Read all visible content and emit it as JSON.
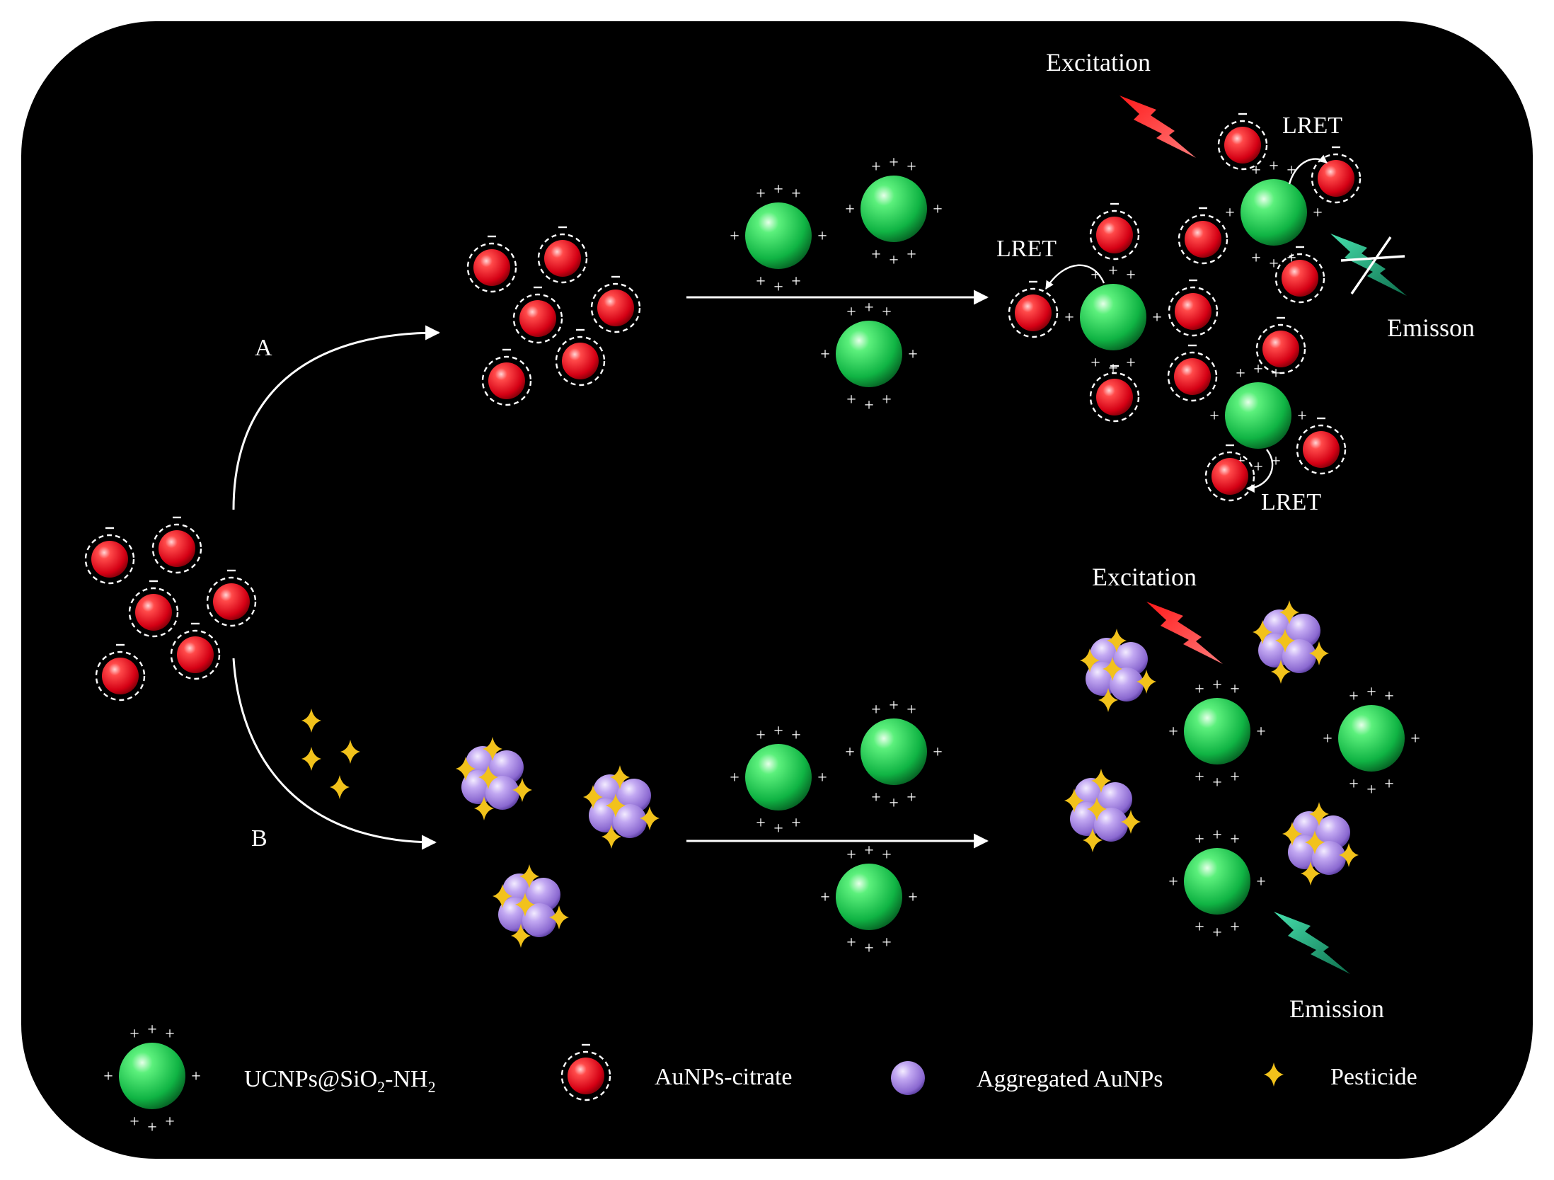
{
  "labels": {
    "route_a": "A",
    "route_b": "B",
    "lret": "LRET",
    "excitation": "Excitation",
    "emisson": "Emisson",
    "emission": "Emission"
  },
  "legend": {
    "ucnp_main": "UCNPs@SiO",
    "ucnp_sub1": "2",
    "ucnp_mid": "-NH",
    "ucnp_sub2": "2",
    "aunp": "AuNPs-citrate",
    "aggregated": "Aggregated AuNPs",
    "pesticide": "Pesticide"
  },
  "colors": {
    "background": "#000000",
    "gold_red": "#e8001a",
    "ucnp_green": "#0dbb47",
    "aggregated_purple": "#a98be0",
    "pesticide_gold": "#f2c21b",
    "excitation_red": "#ff2020",
    "emission_green": "#1aa37a"
  }
}
